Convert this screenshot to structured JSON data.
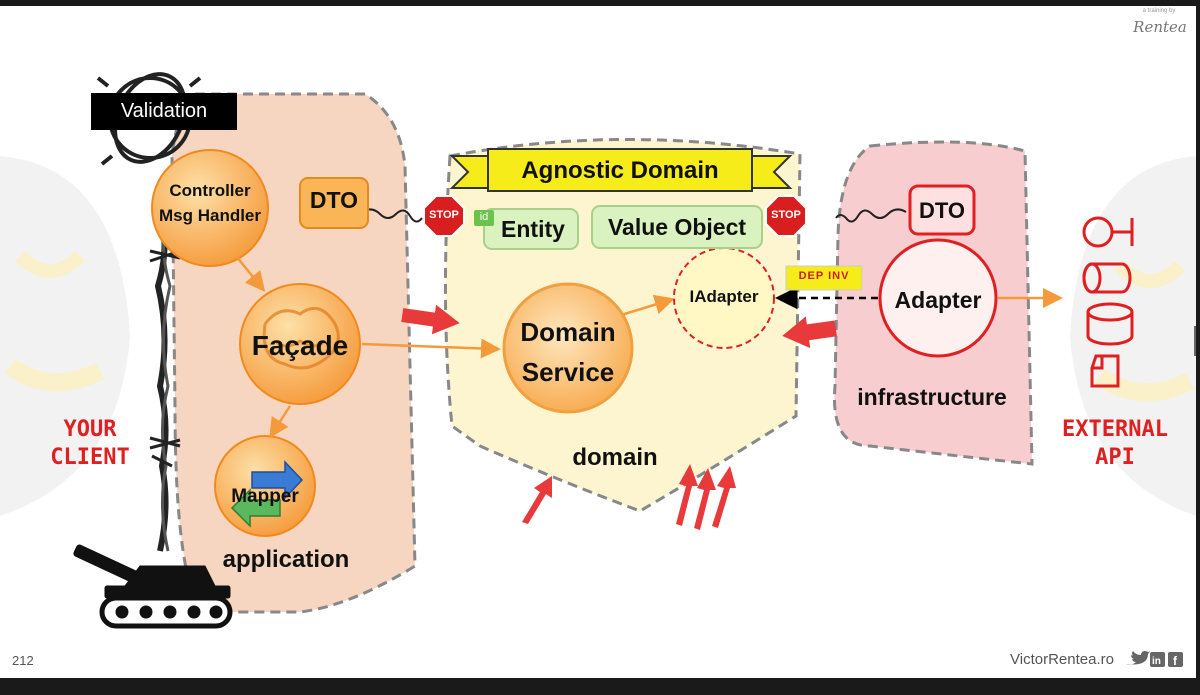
{
  "branding": {
    "credit_line": "a training by",
    "signature": "Rentea"
  },
  "application": {
    "validation": "Validation",
    "controller_line1": "Controller",
    "controller_line2": "Msg Handler",
    "dto": "DTO",
    "facade": "Façade",
    "mapper": "Mapper",
    "label": "application"
  },
  "domain": {
    "banner": "Agnostic Domain",
    "id_badge": "id",
    "entity": "Entity",
    "value_object": "Value Object",
    "service_line1": "Domain",
    "service_line2": "Service",
    "iadapter": "IAdapter",
    "label": "domain"
  },
  "infrastructure": {
    "dto": "DTO",
    "adapter": "Adapter",
    "dep_inv": "DEP INV",
    "label": "infrastructure"
  },
  "stop_sign": "STOP",
  "sides": {
    "client_line1": "YOUR",
    "client_line2": "CLIENT",
    "external_line1": "EXTERNAL",
    "external_line2": "API"
  },
  "footer": {
    "page_number": "212",
    "site": "VictorRentea.ro"
  },
  "colors": {
    "app_zone": "#f6d6c0",
    "domain_zone": "#fdf5cf",
    "infra_zone": "#f8cdd0",
    "orange_node": "#f9a948",
    "banner": "#f5ec1a",
    "green_box": "#d9f2bf",
    "red": "#e02020",
    "callout_red": "#e83a3a"
  }
}
